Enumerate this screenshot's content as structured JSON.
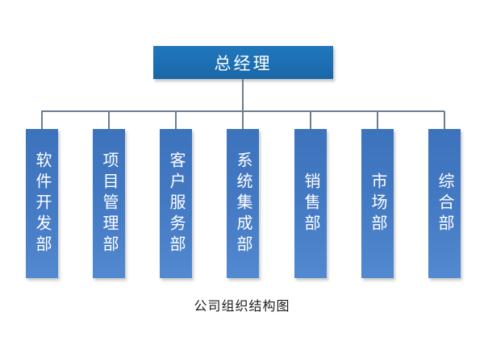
{
  "diagram": {
    "type": "org-chart",
    "caption": "公司组织结构图",
    "root": {
      "label": "总经理"
    },
    "departments": [
      {
        "label": "软件开发部"
      },
      {
        "label": "项目管理部"
      },
      {
        "label": "客户服务部"
      },
      {
        "label": "系统集成部"
      },
      {
        "label": "销售部"
      },
      {
        "label": "市场部"
      },
      {
        "label": "综合部"
      }
    ],
    "colors": {
      "root_fill": "#1d6fb3",
      "dept_fill_top": "#3d72bd",
      "dept_fill_bottom": "#5289d0",
      "connector": "#6b7d92",
      "node_text": "#ffffff",
      "caption_text": "#1c1c1c"
    }
  }
}
